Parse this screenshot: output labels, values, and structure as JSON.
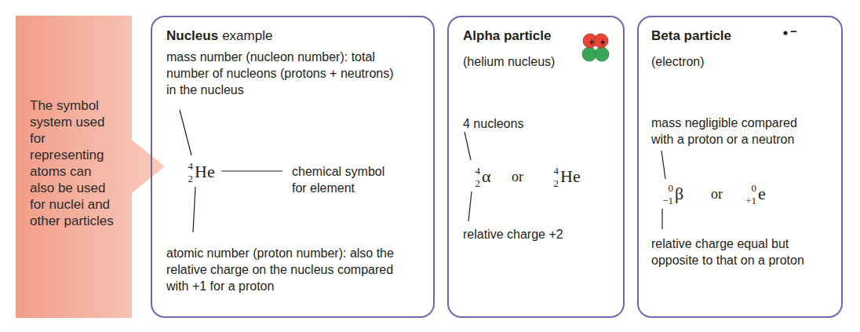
{
  "diagram": {
    "nodes": [
      {
        "text": [
          "The symbol system used for representing atoms can also be used for nuclei and other particles"
        ]
      },
      {
        "text": [
          "Nucleus",
          "example",
          "mass number (nucleon number): total number of nucleons (protons + neutrons) in the nucleus",
          "4",
          "2",
          "He",
          "chemical symbol for element",
          "atomic number (proton number): also the relative charge on the nucleus compared with +1 for a proton"
        ]
      },
      {
        "text": [
          "Alpha particle",
          "+",
          "+",
          "(helium nucleus)",
          "4 nucleons",
          "4",
          "2",
          "α",
          "or",
          "4",
          "2",
          "He",
          "relative charge +2"
        ]
      },
      {
        "text": [
          "Beta particle",
          "−",
          "(electron)",
          "mass negligible compared with a proton or a neutron",
          "0",
          "−1",
          "β",
          "or",
          "0",
          "+1",
          "e",
          "relative charge equal but opposite to that on a proton"
        ]
      }
    ]
  }
}
